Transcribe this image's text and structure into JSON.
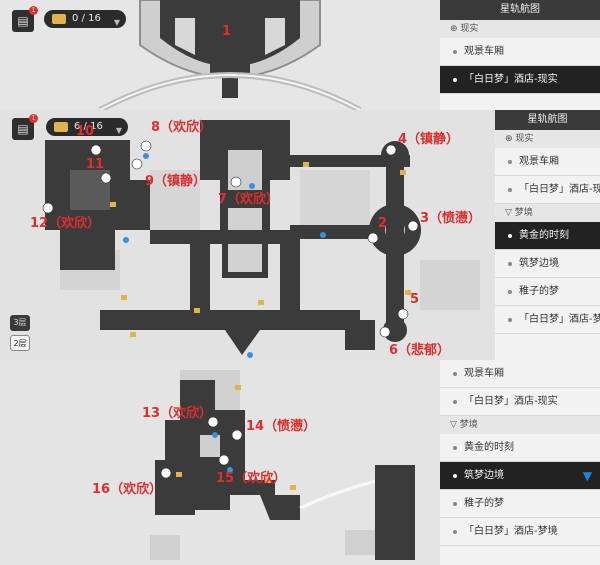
{
  "hud": {
    "chest_count_top": "0 / 16",
    "chest_count_mid": "6 / 16",
    "notify_badge": "1"
  },
  "panel1": {
    "side_title": "星轨航图",
    "group_reality": "现实",
    "items": [
      {
        "label": "观景车厢"
      },
      {
        "label": "「白日梦」酒店-现实"
      }
    ]
  },
  "panel2": {
    "side_title": "星轨航图",
    "group_reality": "现实",
    "group_dream": "梦境",
    "items": [
      {
        "label": "观景车厢"
      },
      {
        "label": "「白日梦」酒店-现实"
      },
      {
        "label": "黄金的时刻"
      },
      {
        "label": "筑梦边境"
      },
      {
        "label": "稚子的梦"
      },
      {
        "label": "「白日梦」酒店-梦境"
      }
    ],
    "floors": [
      "3层",
      "2层"
    ]
  },
  "panel3": {
    "group_dream": "梦境",
    "items": [
      {
        "label": "观景车厢"
      },
      {
        "label": "「白日梦」酒店-现实"
      },
      {
        "label": "黄金的时刻"
      },
      {
        "label": "筑梦边境"
      },
      {
        "label": "稚子的梦"
      },
      {
        "label": "「白日梦」酒店-梦境"
      }
    ]
  },
  "markers": [
    {
      "id": "m1",
      "text": "1"
    },
    {
      "id": "m2",
      "text": "2"
    },
    {
      "id": "m3",
      "text": "3（愤懑）"
    },
    {
      "id": "m4",
      "text": "4（镇静）"
    },
    {
      "id": "m5",
      "text": "5"
    },
    {
      "id": "m6",
      "text": "6（悲郁）"
    },
    {
      "id": "m7",
      "text": "7（欢欣）"
    },
    {
      "id": "m8",
      "text": "8（欢欣）"
    },
    {
      "id": "m9",
      "text": "9（镇静）"
    },
    {
      "id": "m10",
      "text": "10"
    },
    {
      "id": "m11",
      "text": "11"
    },
    {
      "id": "m12",
      "text": "12（欢欣）"
    },
    {
      "id": "m13",
      "text": "13（欢欣）"
    },
    {
      "id": "m14",
      "text": "14（愤懑）"
    },
    {
      "id": "m15",
      "text": "15（欢欣）"
    },
    {
      "id": "m16",
      "text": "16（欢欣）"
    }
  ],
  "colors": {
    "map_bg": "#e4e4e4",
    "floor_dark": "#3b3b3b",
    "label_red": "#e02e2e",
    "marker_white": "#ffffff",
    "chest_gold": "#e3b34b",
    "interact_blue": "#3a8fe0"
  }
}
